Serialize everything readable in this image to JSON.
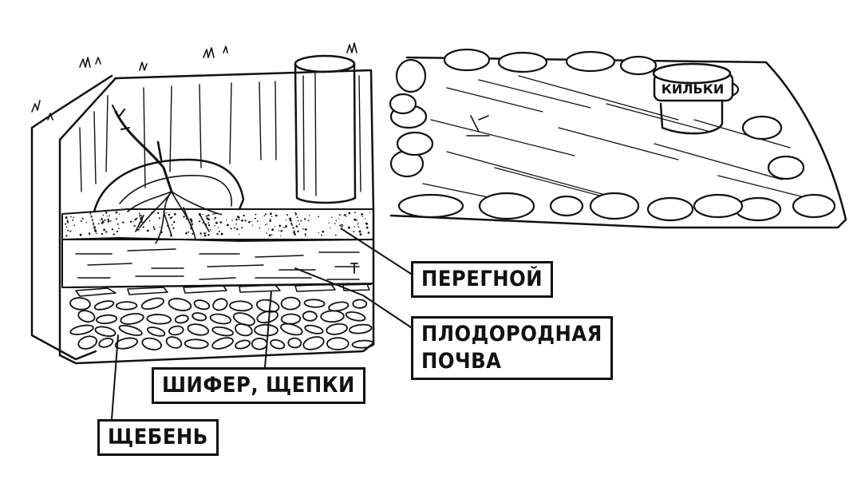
{
  "labels": {
    "humus": "ПЕРЕГНОЙ",
    "fertile_soil": "ПЛОДОРОДНАЯ\nПОЧВА",
    "slate_chips": "ШИФЕР, ЩЕПКИ",
    "gravel": "ЩЕБЕНЬ",
    "tin_can": "КИЛЬКИ"
  },
  "colors": {
    "ink": "#111111",
    "paper": "#ffffff"
  }
}
